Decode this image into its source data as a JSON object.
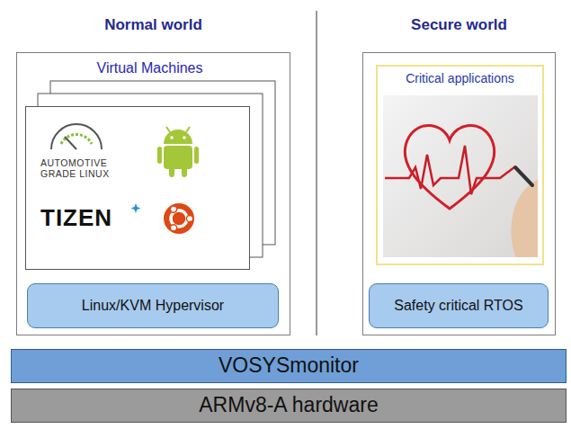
{
  "diagram": {
    "nodes": [
      {
        "text": [
          "Normal world"
        ]
      },
      {
        "text": [
          "Virtual Machines"
        ],
        "in": 0
      },
      {
        "text": [
          "Linux/KVM Hypervisor"
        ],
        "in": 0
      },
      {
        "text": [
          "Secure world"
        ]
      },
      {
        "text": [
          "Critical applications"
        ],
        "in": 3
      },
      {
        "text": [
          "Safety critical RTOS"
        ],
        "in": 3
      },
      {
        "text": [
          "VOSYSmonitor"
        ]
      },
      {
        "text": [
          "ARMv8-A hardware"
        ]
      }
    ],
    "labels": [
      "AUTOMOTIVE GRADE LINUX",
      "TIZEN"
    ]
  }
}
